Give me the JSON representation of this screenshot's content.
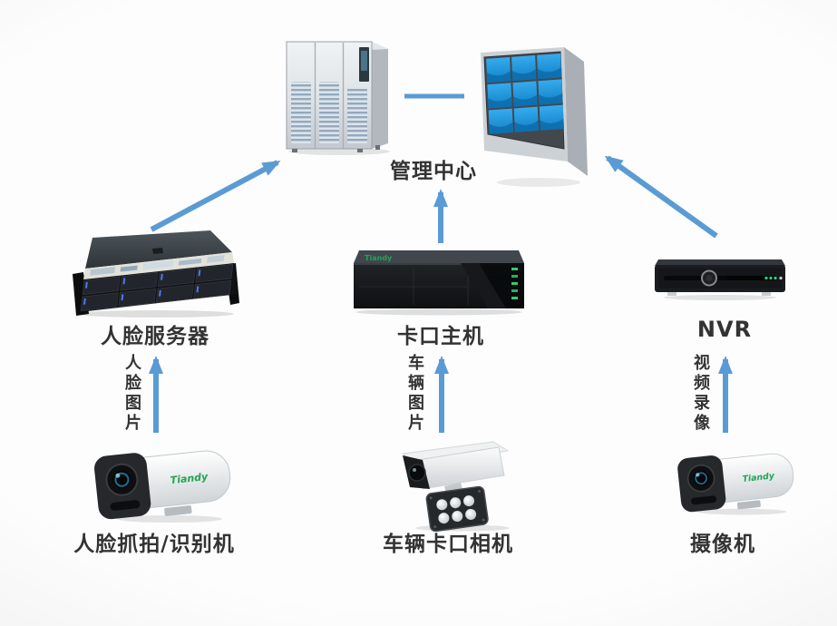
{
  "brand": "Tiandy",
  "colors": {
    "arrow_blue": "#5b9bd5",
    "label_text": "#333333",
    "brand_green": "#21a453",
    "screen_blue": "#1d93dc"
  },
  "management_center": {
    "label": "管理中心"
  },
  "devices": {
    "face_server": {
      "label": "人脸服务器"
    },
    "checkpoint_host": {
      "label": "卡口主机"
    },
    "nvr": {
      "label": "NVR"
    },
    "face_camera": {
      "label": "人脸抓拍/识别机"
    },
    "vehicle_camera": {
      "label": "车辆卡口相机"
    },
    "camera": {
      "label": "摄像机"
    }
  },
  "flows": {
    "face_image": {
      "label": "人脸图片"
    },
    "vehicle_image": {
      "label": "车辆图片"
    },
    "video_recording": {
      "label": "视频录像"
    }
  }
}
